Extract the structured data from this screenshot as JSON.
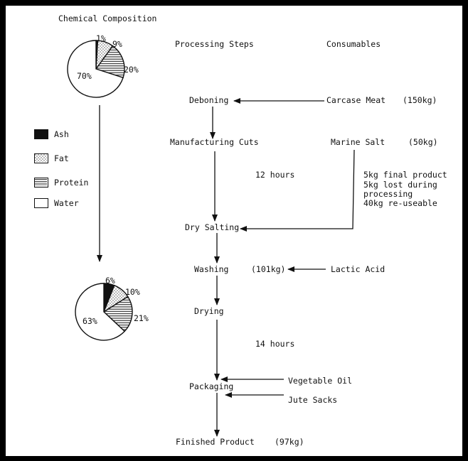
{
  "chemical_composition": {
    "title": "Chemical Composition",
    "legend": [
      {
        "key": "ash",
        "label": "Ash"
      },
      {
        "key": "fat",
        "label": "Fat"
      },
      {
        "key": "protein",
        "label": "Protein"
      },
      {
        "key": "water",
        "label": "Water"
      }
    ],
    "before": [
      {
        "key": "ash",
        "label": "1%",
        "value": 1
      },
      {
        "key": "fat",
        "label": "9%",
        "value": 9
      },
      {
        "key": "protein",
        "label": "20%",
        "value": 20
      },
      {
        "key": "water",
        "label": "70%",
        "value": 70
      }
    ],
    "after": [
      {
        "key": "ash",
        "label": "6%",
        "value": 6
      },
      {
        "key": "fat",
        "label": "10%",
        "value": 10
      },
      {
        "key": "protein",
        "label": "21%",
        "value": 21
      },
      {
        "key": "water",
        "label": "63%",
        "value": 63
      }
    ]
  },
  "headers": {
    "processing_steps": "Processing Steps",
    "consumables": "Consumables"
  },
  "steps": {
    "deboning": "Deboning",
    "manufacturing_cuts": "Manufacturing Cuts",
    "dry_salting": "Dry Salting",
    "washing": "Washing",
    "drying": "Drying",
    "packaging": "Packaging",
    "finished_product": "Finished Product"
  },
  "durations": {
    "salting_time": "12 hours",
    "drying_time": "14 hours"
  },
  "weights": {
    "after_washing": "(101kg)",
    "finished": "(97kg)"
  },
  "consumables": {
    "carcase_meat": {
      "name": "Carcase Meat",
      "amount": "(150kg)"
    },
    "marine_salt": {
      "name": "Marine Salt",
      "amount": "(50kg)"
    },
    "lactic_acid": {
      "name": "Lactic Acid"
    },
    "vegetable_oil": {
      "name": "Vegetable Oil"
    },
    "jute_sacks": {
      "name": "Jute Sacks"
    }
  },
  "salt_note": [
    "5kg final product",
    "5kg lost  during",
    "processing",
    "40kg re-useable"
  ],
  "colors": {
    "ink": "#111111",
    "paper": "#ffffff",
    "frame": "#000000"
  }
}
